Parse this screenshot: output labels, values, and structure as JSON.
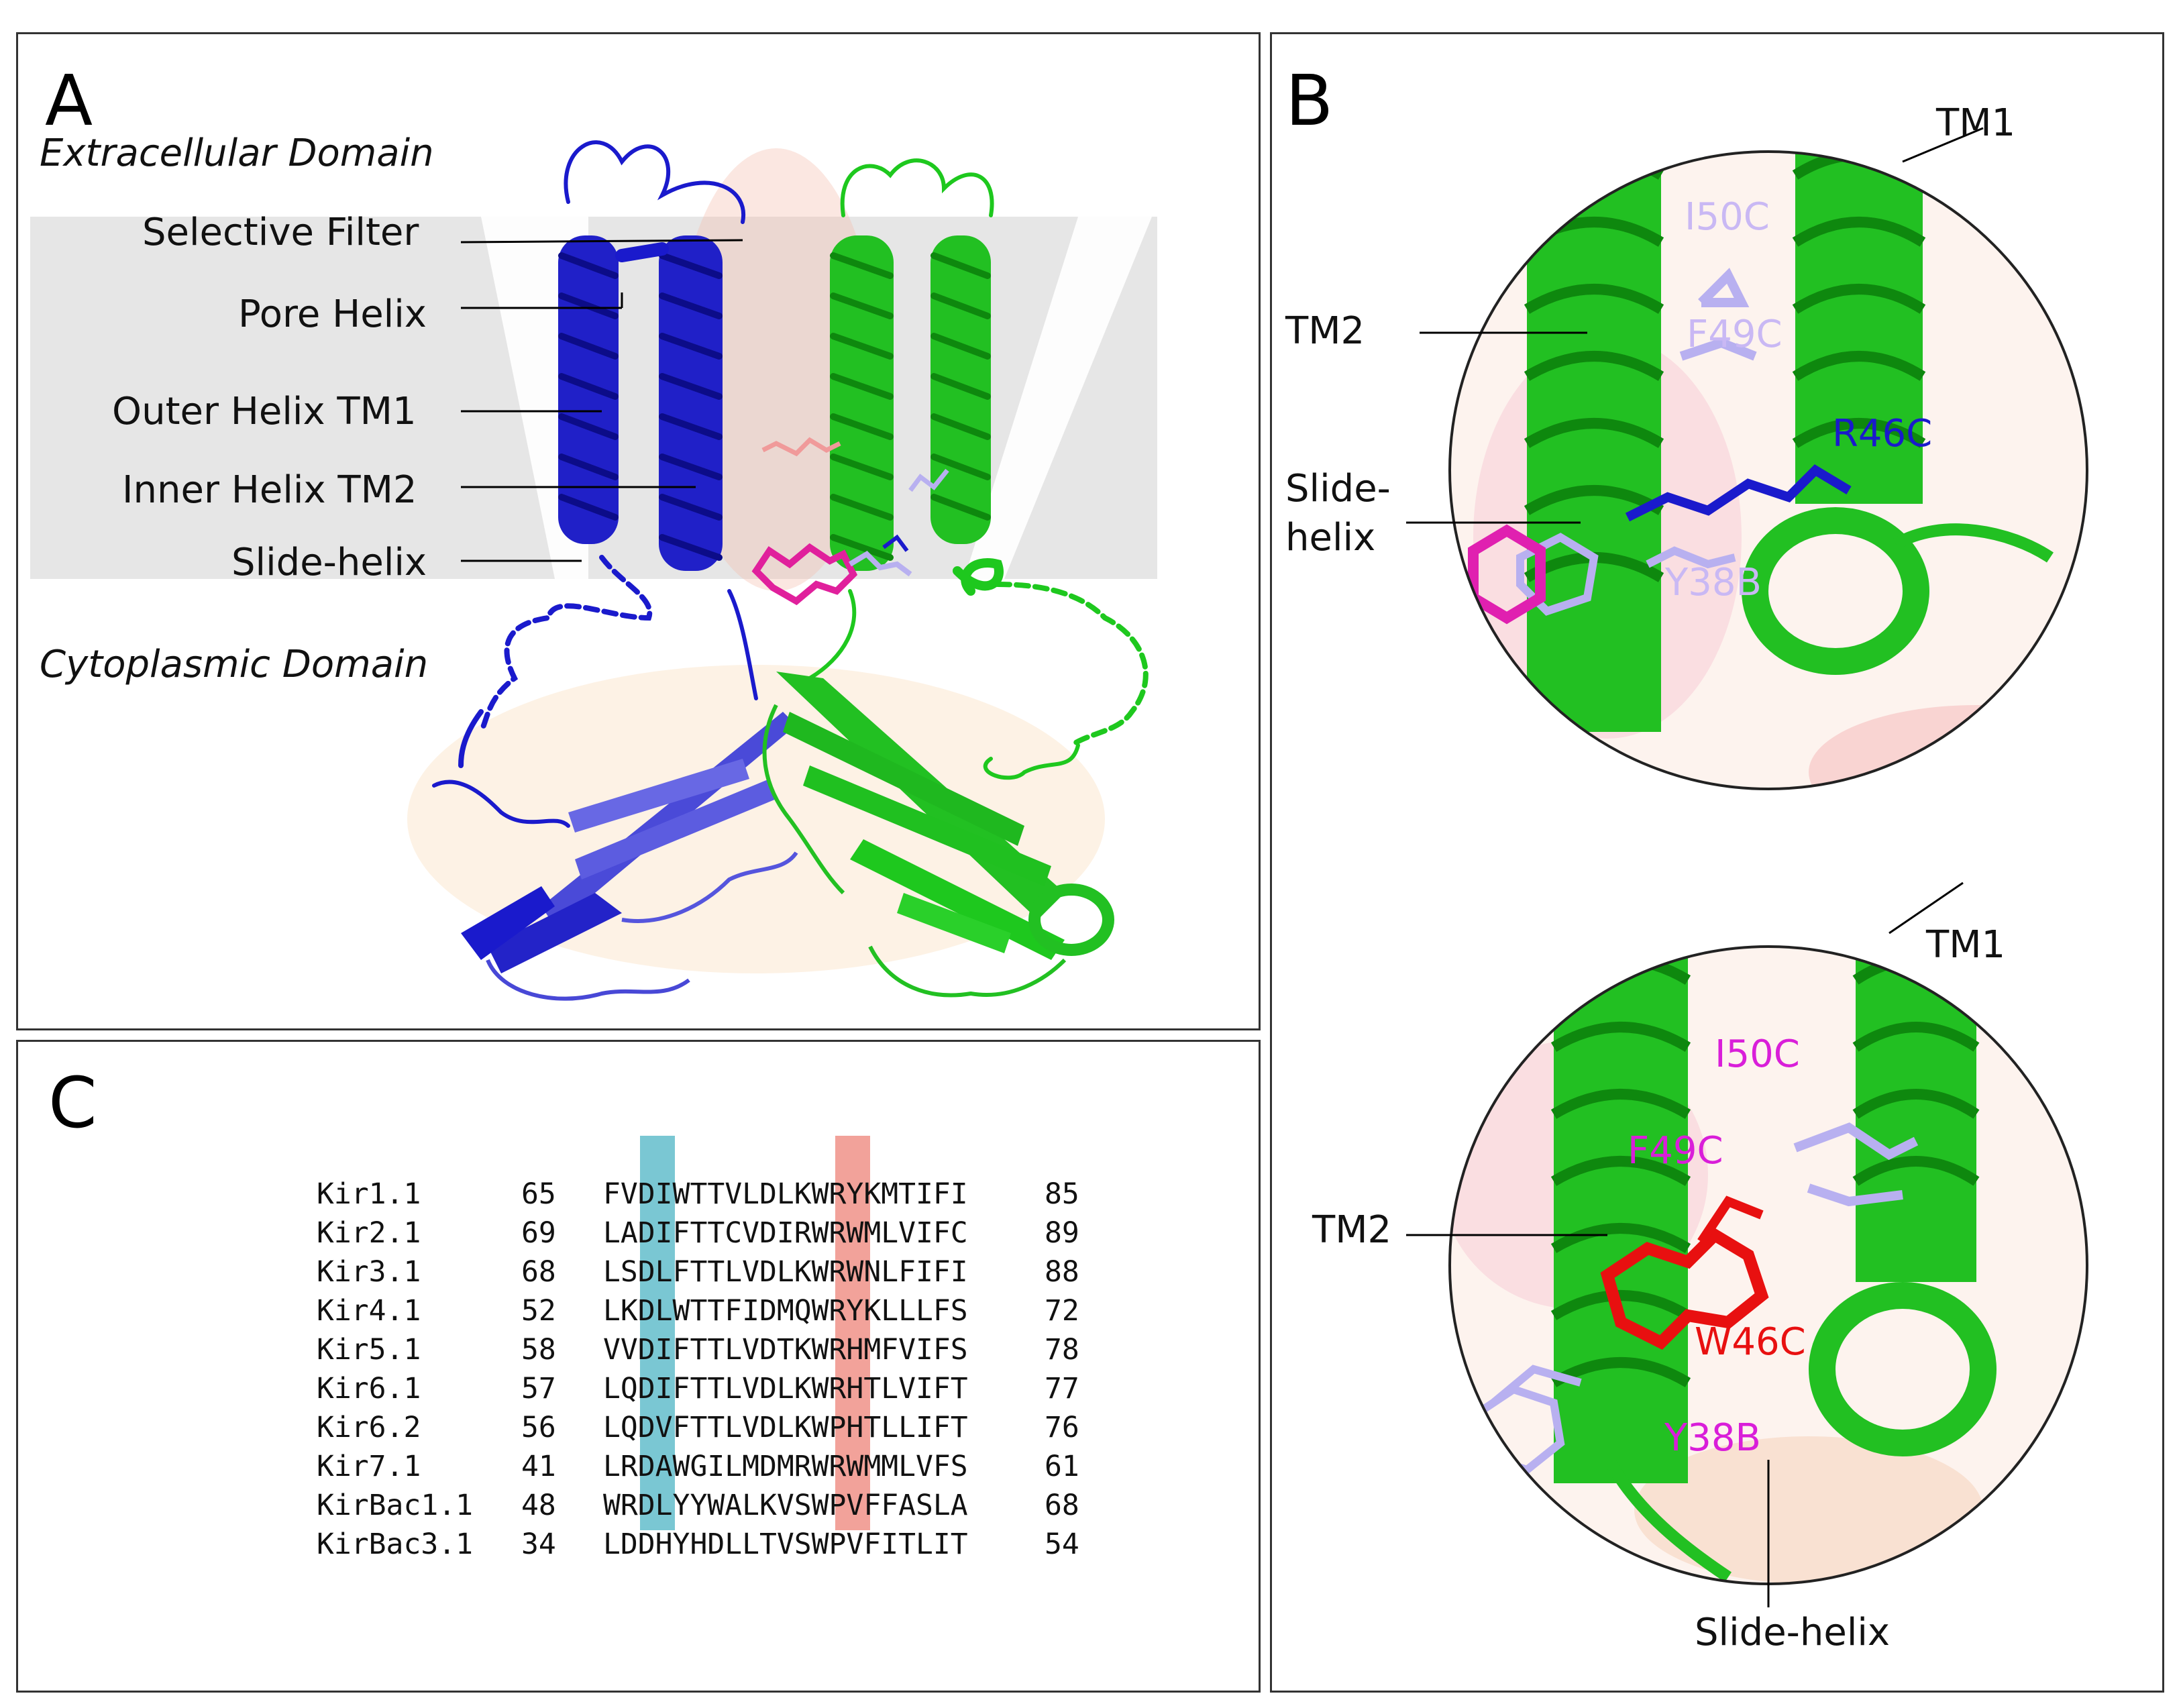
{
  "panelA": {
    "letter": "A",
    "extracellular": "Extracellular Domain",
    "cytoplasmic": "Cytoplasmic Domain",
    "labels": [
      "Selective Filter",
      "Pore Helix",
      "Outer Helix TM1",
      "Inner Helix TM2",
      "Slide-helix"
    ]
  },
  "panelB": {
    "letter": "B",
    "top": {
      "tm1": "TM1",
      "tm2": "TM2",
      "slide1": "Slide-",
      "slide2": "helix",
      "i50c": "I50C",
      "f49c": "F49C",
      "r46c": "R46C",
      "y38b": "Y38B"
    },
    "bottom": {
      "tm1": "TM1",
      "tm2": "TM2",
      "slide": "Slide-helix",
      "i50c": "I50C",
      "f49c": "F49C",
      "w46c": "W46C",
      "y38b": "Y38B"
    }
  },
  "panelC": {
    "letter": "C",
    "rows": [
      {
        "name": "Kir1.1",
        "start": "65",
        "seq": "FVDIWTTVLDLKWRYKMTIFI",
        "end": "85"
      },
      {
        "name": "Kir2.1",
        "start": "69",
        "seq": "LADIFTTCVDIRWRWMLVIFC",
        "end": "89"
      },
      {
        "name": "Kir3.1",
        "start": "68",
        "seq": "LSDLFTTLVDLKWRWNLFIFI",
        "end": "88"
      },
      {
        "name": "Kir4.1",
        "start": "52",
        "seq": "LKDLWTTFIDMQWRYKLLLFS",
        "end": "72"
      },
      {
        "name": "Kir5.1",
        "start": "58",
        "seq": "VVDIFTTLVDTKWRHMFVIFS",
        "end": "78"
      },
      {
        "name": "Kir6.1",
        "start": "57",
        "seq": "LQDIFTTLVDLKWRHTLVIFT",
        "end": "77"
      },
      {
        "name": "Kir6.2",
        "start": "56",
        "seq": "LQDVFTTLVDLKWPHTLLIFT",
        "end": "76"
      },
      {
        "name": "Kir7.1",
        "start": "41",
        "seq": "LRDAWGILMDMRWRWMMLVFS",
        "end": "61"
      },
      {
        "name": "KirBac1.1",
        "start": "48",
        "seq": "WRDLYYWALKVSWPVFFASLA",
        "end": "68"
      },
      {
        "name": "KirBac3.1",
        "start": "34",
        "seq": "LDDHYHDLLTVSWPVFITLIT",
        "end": "54"
      }
    ]
  },
  "colors": {
    "blue": "#1a1acc",
    "green": "#1ec81e",
    "lavender": "#b8b0f0",
    "magenta": "#d91ed9",
    "red": "#e81010",
    "teal": "#7ac7d3",
    "salmon": "#f2a29a"
  }
}
